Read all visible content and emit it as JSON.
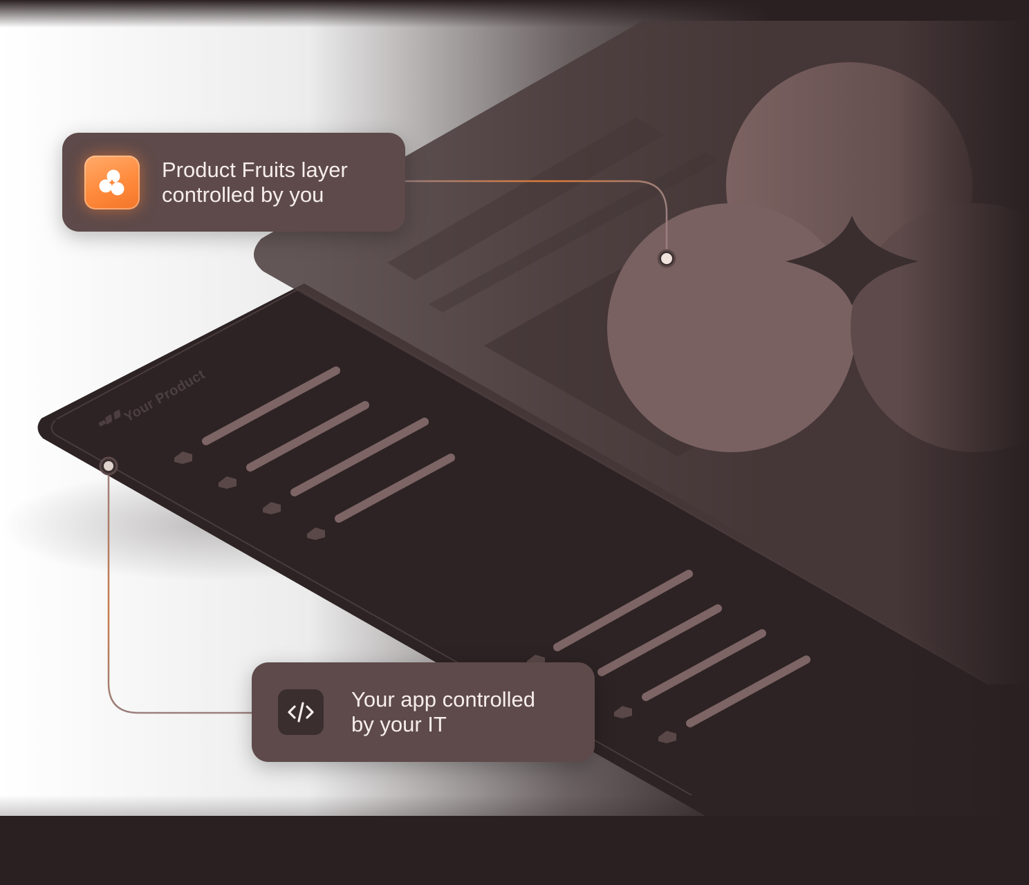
{
  "colors": {
    "background": "#2a2021",
    "card": "#5e4a4a",
    "accent": "#ff8a3c",
    "text": "#f6eeec"
  },
  "layer_card": {
    "line1": "Product Fruits layer",
    "line2": "controlled by you",
    "icon": "product-fruits-logo-icon"
  },
  "app_card": {
    "line1": "Your app controlled",
    "line2": "by your IT",
    "icon": "code-icon"
  },
  "app_panel": {
    "label": "Your Product",
    "logo_icon": "product-logo-icon"
  }
}
